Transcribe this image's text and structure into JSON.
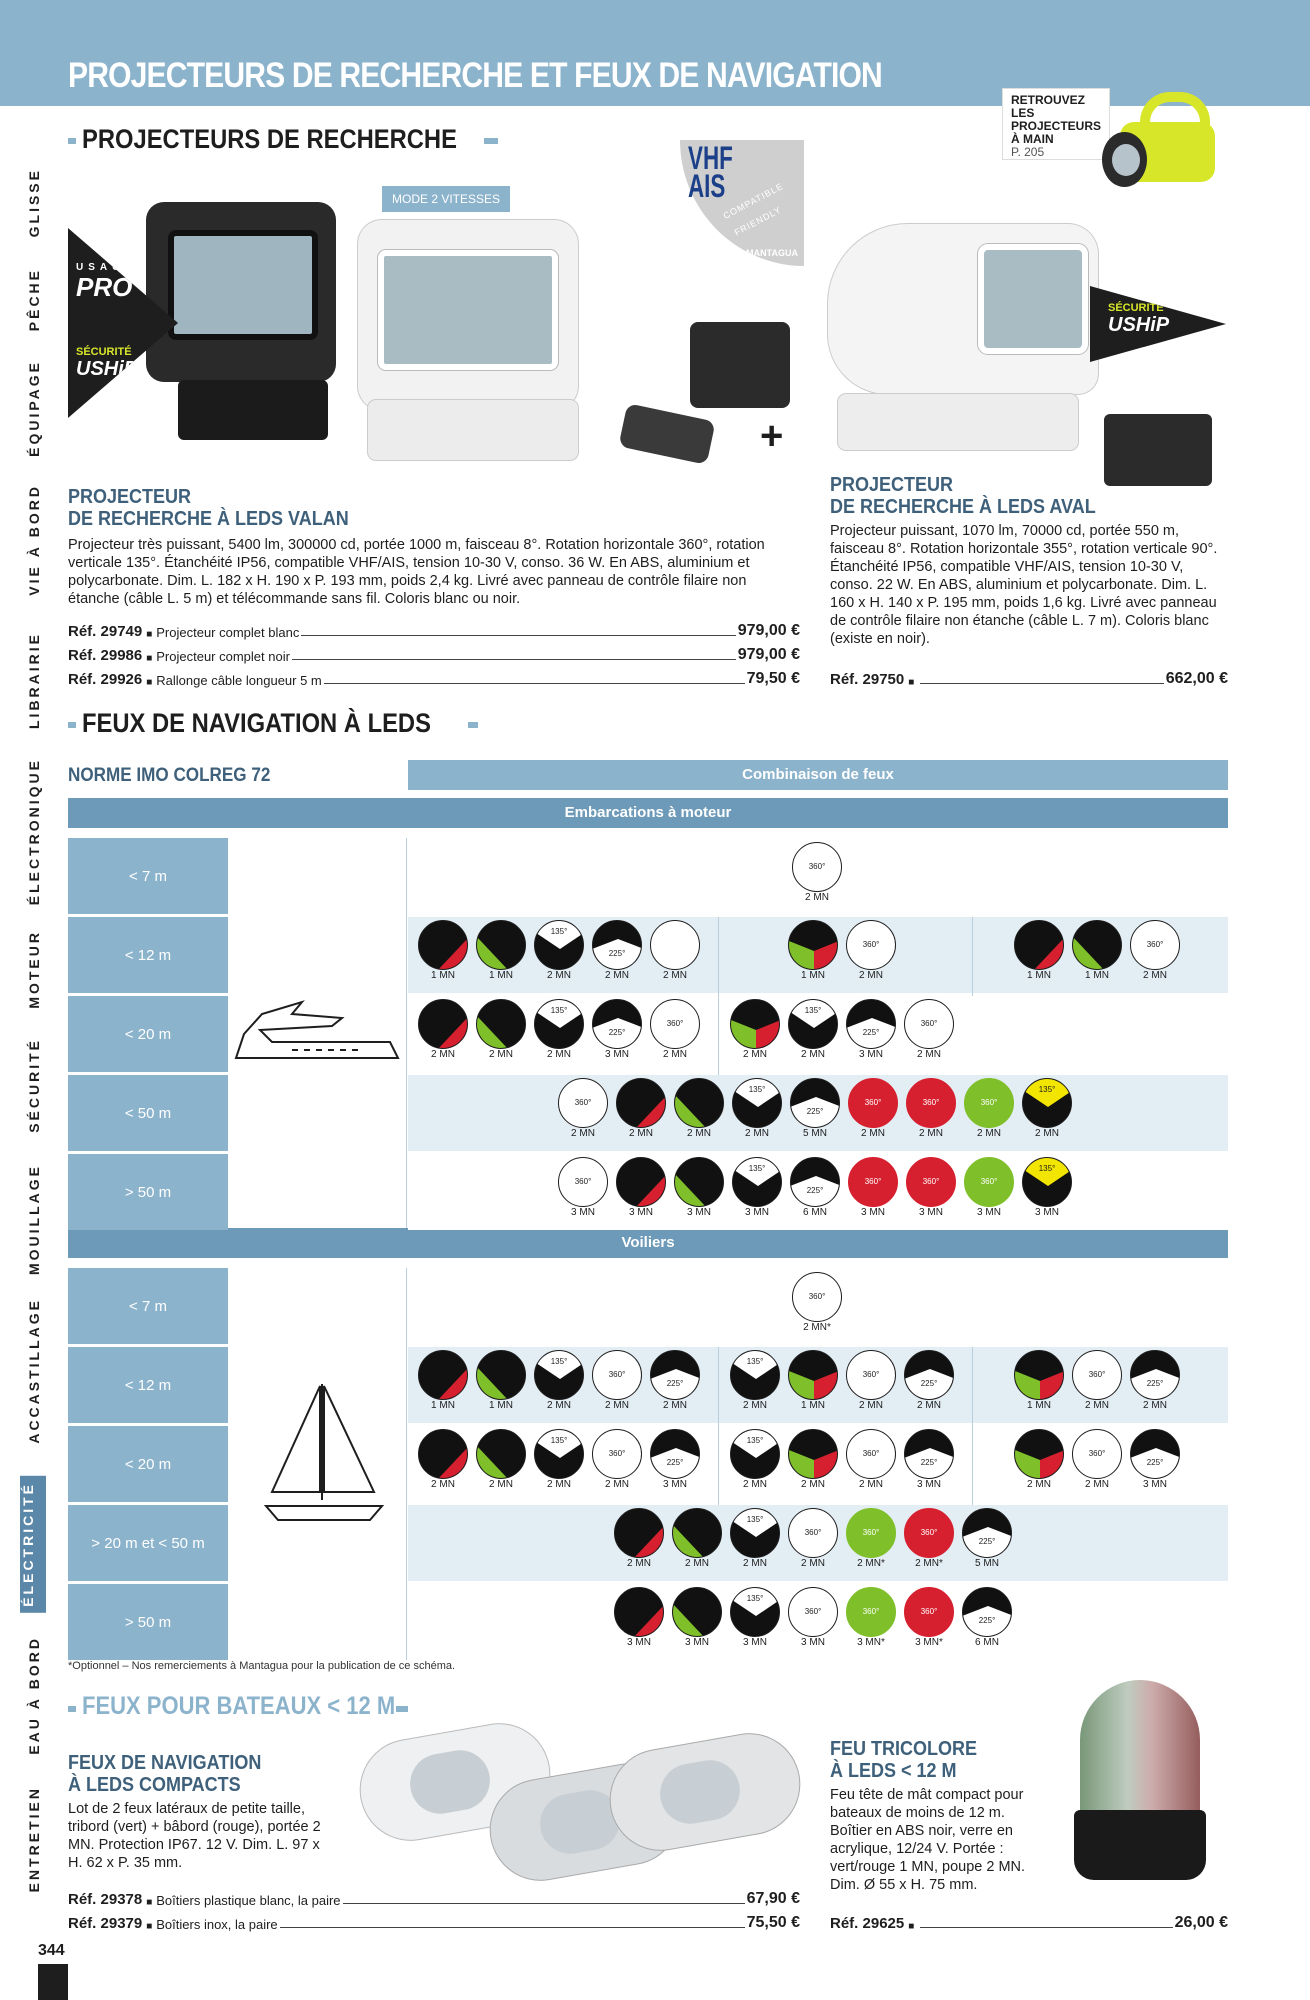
{
  "header": {
    "title": "PROJECTEURS DE RECHERCHE ET FEUX DE NAVIGATION"
  },
  "aside": {
    "line1": "RETROUVEZ",
    "line2": "LES PROJECTEURS",
    "line3": "À MAIN",
    "page": "P. 205"
  },
  "sidebar": [
    "GLISSE",
    "PÊCHE",
    "ÉQUIPAGE",
    "VIE À BORD",
    "LIBRAIRIE",
    "ÉLECTRONIQUE",
    "MOTEUR",
    "SÉCURITÉ",
    "MOUILLAGE",
    "ACCASTILLAGE",
    "ÉLECTRICITÉ",
    "EAU À BORD",
    "ENTRETIEN"
  ],
  "section1": {
    "title": "PROJECTEURS DE RECHERCHE"
  },
  "badges": {
    "mode": "MODE 2 VITESSES",
    "usage_small": "USAGE",
    "usage_big": "PRO",
    "secu_small": "SÉCURITÉ",
    "secu_big": "USHiP",
    "vhf1": "VHF",
    "vhf2": "AIS",
    "compat1": "COMPATIBLE",
    "compat2": "FRIENDLY",
    "mantagua": "MANTAGUA"
  },
  "valan": {
    "title1": "PROJECTEUR",
    "title2": "DE RECHERCHE À LEDS VALAN",
    "desc": "Projecteur très puissant, 5400 lm, 300000 cd, portée 1000 m, faisceau 8°. Rotation horizontale 360°, rotation verticale 135°. Étanchéité IP56, compatible VHF/AIS, tension 10-30 V, conso. 36 W. En ABS, aluminium et polycarbonate. Dim. L. 182 x H. 190 x P. 193 mm, poids 2,4 kg. Livré avec panneau de contrôle filaire non étanche (câble L. 5 m) et télécommande sans fil. Coloris blanc ou noir.",
    "refs": [
      {
        "ref": "Réf. 29749",
        "label": "Projecteur complet blanc",
        "price": "979,00 €"
      },
      {
        "ref": "Réf. 29986",
        "label": "Projecteur complet noir",
        "price": "979,00 €"
      },
      {
        "ref": "Réf. 29926",
        "label": "Rallonge câble longueur 5 m",
        "price": "79,50 €"
      }
    ]
  },
  "aval": {
    "title1": "PROJECTEUR",
    "title2": "DE RECHERCHE À LEDS AVAL",
    "desc": "Projecteur puissant, 1070 lm, 70000 cd, portée 550 m, faisceau 8°. Rotation horizontale 355°, rotation verticale 90°. Étanchéité IP56, compatible VHF/AIS, tension 10-30 V, conso. 22 W. En ABS, aluminium et polycarbonate. Dim. L. 160 x H. 140 x P. 195 mm, poids 1,6 kg. Livré avec panneau de contrôle filaire non étanche (câble L. 7 m). Coloris blanc (existe en noir).",
    "ref": "Réf. 29750",
    "price": "662,00 €"
  },
  "section2": {
    "title": "FEUX DE NAVIGATION À LEDS",
    "norme": "NORME IMO COLREG 72"
  },
  "table": {
    "combinaison": "Combinaison de feux",
    "moteur": "Embarcations à moteur",
    "voiliers": "Voiliers",
    "moteur_rows": [
      "< 7 m",
      "< 12 m",
      "< 20 m",
      "< 50 m",
      "> 50 m"
    ],
    "voilier_rows": [
      "< 7 m",
      "< 12 m",
      "< 20 m",
      "> 20 m et < 50 m",
      "> 50 m"
    ]
  },
  "footnote": "*Optionnel – Nos remerciements à Mantagua pour la publication de ce schéma.",
  "section3": {
    "title": "FEUX POUR BATEAUX < 12 M"
  },
  "compacts": {
    "title1": "FEUX DE NAVIGATION",
    "title2": "À LEDS COMPACTS",
    "desc": "Lot de 2 feux latéraux de petite taille, tribord (vert) + bâbord (rouge), portée 2 MN. Protection IP67. 12 V. Dim. L. 97 x H. 62 x P. 35 mm.",
    "refs": [
      {
        "ref": "Réf. 29378",
        "label": "Boîtiers plastique blanc, la paire",
        "price": "67,90 €"
      },
      {
        "ref": "Réf. 29379",
        "label": "Boîtiers inox, la paire",
        "price": "75,50 €"
      }
    ]
  },
  "tricolore": {
    "title1": "FEU TRICOLORE",
    "title2": "À LEDS < 12 M",
    "desc": "Feu tête de mât compact pour bateaux de moins de 12 m. Boîtier en ABS noir, verre en acrylique, 12/24 V. Portée : vert/rouge 1 MN, poupe 2 MN. Dim. Ø 55 x H. 75 mm.",
    "ref": "Réf. 29625",
    "price": "26,00 €"
  },
  "page_number": "344",
  "colors": {
    "accent": "#8cb3cc",
    "title_blue": "#3e607a",
    "red": "#d6202f",
    "green": "#7fbf2a",
    "yellow": "#f2e500"
  },
  "lights": {
    "m7": [
      {
        "t": "w",
        "d": "360°",
        "l": "2 MN"
      }
    ],
    "m12a": [
      {
        "t": "br",
        "l": "1 MN"
      },
      {
        "t": "bg",
        "l": "1 MN"
      },
      {
        "t": "bt",
        "d": "135°",
        "l": "2 MN"
      },
      {
        "t": "bm",
        "d": "225°",
        "l": "2 MN"
      },
      {
        "t": "w",
        "d": "",
        "l": "2 MN"
      }
    ],
    "m12b": [
      {
        "t": "rg",
        "l": "1 MN"
      },
      {
        "t": "w",
        "d": "360°",
        "l": "2 MN"
      }
    ],
    "m12c": [
      {
        "t": "br",
        "l": "1 MN"
      },
      {
        "t": "bg",
        "l": "1 MN"
      },
      {
        "t": "w",
        "d": "360°",
        "l": "2 MN"
      }
    ],
    "m20a": [
      {
        "t": "br",
        "l": "2 MN"
      },
      {
        "t": "bg",
        "l": "2 MN"
      },
      {
        "t": "bt",
        "d": "135°",
        "l": "2 MN"
      },
      {
        "t": "bm",
        "d": "225°",
        "l": "3 MN"
      },
      {
        "t": "w",
        "d": "360°",
        "l": "2 MN"
      }
    ],
    "m20b": [
      {
        "t": "rg",
        "l": "2 MN"
      },
      {
        "t": "bt",
        "d": "135°",
        "l": "2 MN"
      },
      {
        "t": "bm",
        "d": "225°",
        "l": "3 MN"
      },
      {
        "t": "w",
        "d": "360°",
        "l": "2 MN"
      }
    ],
    "m50": [
      {
        "t": "w",
        "d": "360°",
        "l": "2 MN"
      },
      {
        "t": "br",
        "l": "2 MN"
      },
      {
        "t": "bg",
        "l": "2 MN"
      },
      {
        "t": "bt",
        "d": "135°",
        "l": "2 MN"
      },
      {
        "t": "bm",
        "d": "225°",
        "l": "5 MN"
      },
      {
        "t": "r",
        "d": "360°",
        "l": "2 MN"
      },
      {
        "t": "r",
        "d": "360°",
        "l": "2 MN"
      },
      {
        "t": "g",
        "d": "360°",
        "l": "2 MN"
      },
      {
        "t": "by",
        "d": "135°",
        "l": "2 MN"
      }
    ],
    "mgt50": [
      {
        "t": "w",
        "d": "360°",
        "l": "3 MN"
      },
      {
        "t": "br",
        "l": "3 MN"
      },
      {
        "t": "bg",
        "l": "3 MN"
      },
      {
        "t": "bt",
        "d": "135°",
        "l": "3 MN"
      },
      {
        "t": "bm",
        "d": "225°",
        "l": "6 MN"
      },
      {
        "t": "r",
        "d": "360°",
        "l": "3 MN"
      },
      {
        "t": "r",
        "d": "360°",
        "l": "3 MN"
      },
      {
        "t": "g",
        "d": "360°",
        "l": "3 MN"
      },
      {
        "t": "by",
        "d": "135°",
        "l": "3 MN"
      }
    ],
    "v7": [
      {
        "t": "w",
        "d": "360°",
        "l": "2 MN*"
      }
    ],
    "v12a": [
      {
        "t": "br",
        "l": "1 MN"
      },
      {
        "t": "bg",
        "l": "1 MN"
      },
      {
        "t": "bt",
        "d": "135°",
        "l": "2 MN"
      },
      {
        "t": "w",
        "d": "360°",
        "l": "2 MN"
      },
      {
        "t": "bm",
        "d": "225°",
        "l": "2 MN"
      }
    ],
    "v12b": [
      {
        "t": "bt",
        "d": "135°",
        "l": "2 MN"
      },
      {
        "t": "rg",
        "l": "1 MN"
      },
      {
        "t": "w",
        "d": "360°",
        "l": "2 MN"
      },
      {
        "t": "bm",
        "d": "225°",
        "l": "2 MN"
      }
    ],
    "v12c": [
      {
        "t": "rg",
        "l": "1 MN"
      },
      {
        "t": "w",
        "d": "360°",
        "l": "2 MN"
      },
      {
        "t": "bm",
        "d": "225°",
        "l": "2 MN"
      }
    ],
    "v20a": [
      {
        "t": "br",
        "l": "2 MN"
      },
      {
        "t": "bg",
        "l": "2 MN"
      },
      {
        "t": "bt",
        "d": "135°",
        "l": "2 MN"
      },
      {
        "t": "w",
        "d": "360°",
        "l": "2 MN"
      },
      {
        "t": "bm",
        "d": "225°",
        "l": "3 MN"
      }
    ],
    "v20b": [
      {
        "t": "bt",
        "d": "135°",
        "l": "2 MN"
      },
      {
        "t": "rg",
        "l": "2 MN"
      },
      {
        "t": "w",
        "d": "360°",
        "l": "2 MN"
      },
      {
        "t": "bm",
        "d": "225°",
        "l": "3 MN"
      }
    ],
    "v20c": [
      {
        "t": "rg",
        "l": "2 MN"
      },
      {
        "t": "w",
        "d": "360°",
        "l": "2 MN"
      },
      {
        "t": "bm",
        "d": "225°",
        "l": "3 MN"
      }
    ],
    "v50": [
      {
        "t": "br",
        "l": "2 MN"
      },
      {
        "t": "bg",
        "l": "2 MN"
      },
      {
        "t": "bt",
        "d": "135°",
        "l": "2 MN"
      },
      {
        "t": "w",
        "d": "360°",
        "l": "2 MN"
      },
      {
        "t": "g",
        "d": "360°",
        "l": "2 MN*"
      },
      {
        "t": "r",
        "d": "360°",
        "l": "2 MN*"
      },
      {
        "t": "bm",
        "d": "225°",
        "l": "5 MN"
      }
    ],
    "vgt50": [
      {
        "t": "br",
        "l": "3 MN"
      },
      {
        "t": "bg",
        "l": "3 MN"
      },
      {
        "t": "bt",
        "d": "135°",
        "l": "3 MN"
      },
      {
        "t": "w",
        "d": "360°",
        "l": "3 MN"
      },
      {
        "t": "g",
        "d": "360°",
        "l": "3 MN*"
      },
      {
        "t": "r",
        "d": "360°",
        "l": "3 MN*"
      },
      {
        "t": "bm",
        "d": "225°",
        "l": "6 MN"
      }
    ]
  }
}
